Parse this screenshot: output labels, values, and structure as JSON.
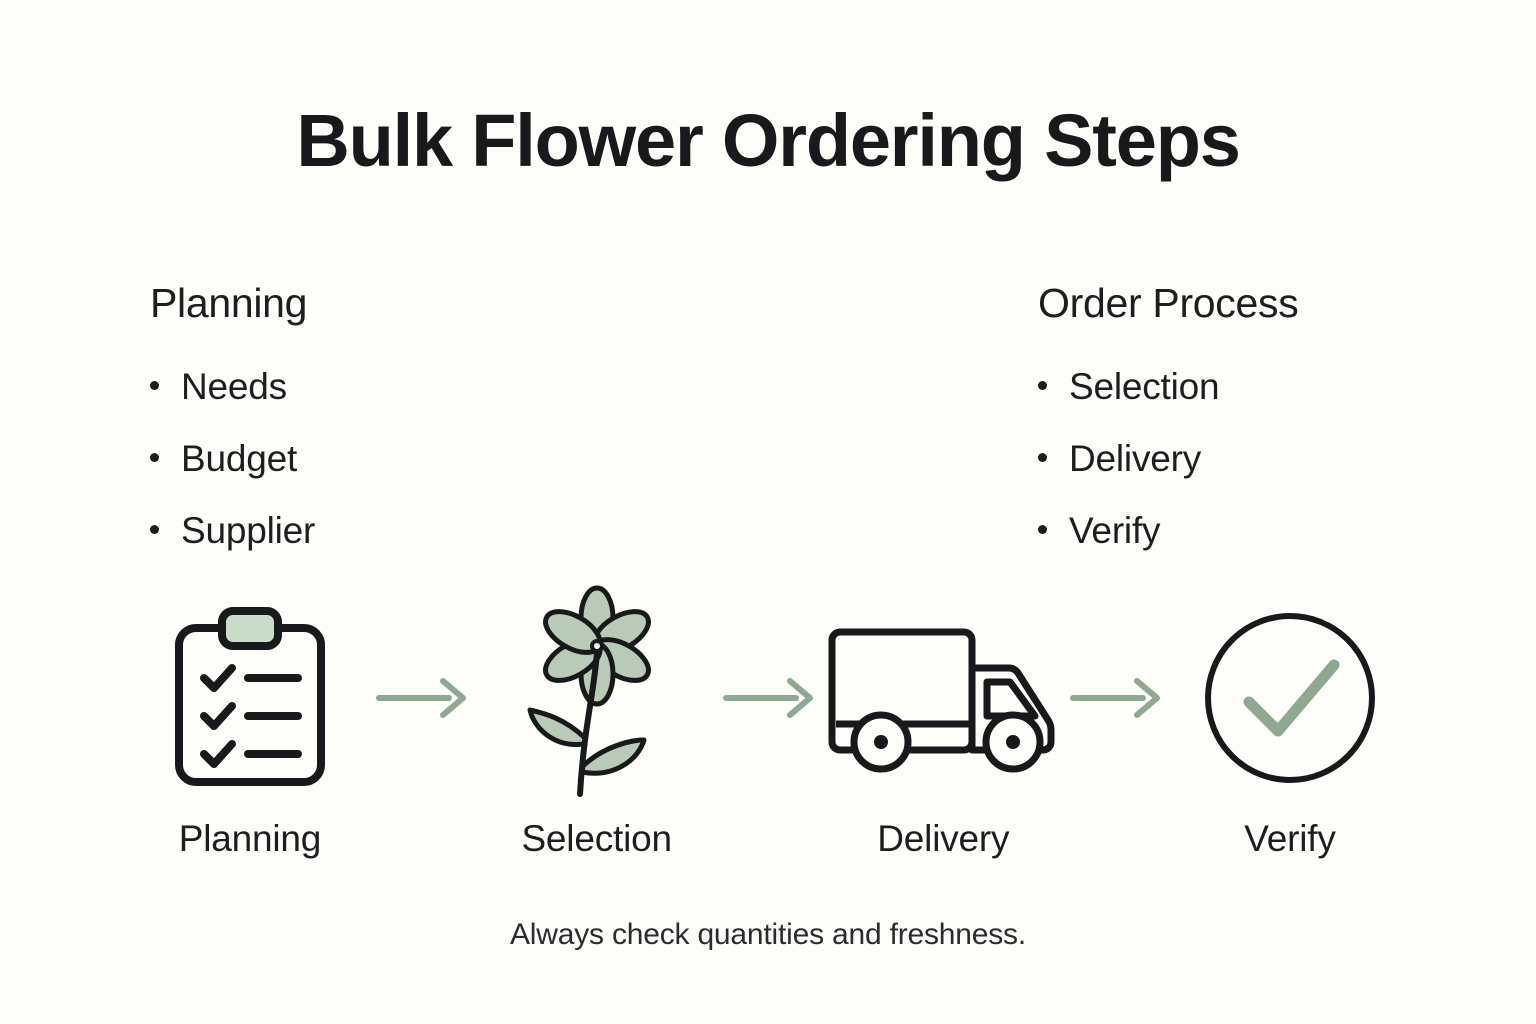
{
  "title": "Bulk Flower Ordering Steps",
  "caption": "Always check quantities and freshness.",
  "colors": {
    "background": "#fdfdfa",
    "ink": "#1c1e1f",
    "outline": "#17191a",
    "sage_fill": "#b9cbb8",
    "sage_light": "#ccdccb",
    "sage_accent": "#8fa892"
  },
  "columns": {
    "left": {
      "heading": "Planning",
      "bullets": [
        {
          "label": "Needs"
        },
        {
          "label": "Budget"
        },
        {
          "label": "Supplier"
        }
      ]
    },
    "right": {
      "heading": "Order Process",
      "bullets": [
        {
          "label": "Selection"
        },
        {
          "label": "Delivery"
        },
        {
          "label": "Verify"
        }
      ]
    }
  },
  "flow": {
    "steps": [
      {
        "label": "Planning",
        "icon": "clipboard-checklist-icon"
      },
      {
        "label": "Selection",
        "icon": "flower-icon"
      },
      {
        "label": "Delivery",
        "icon": "delivery-truck-icon"
      },
      {
        "label": "Verify",
        "icon": "check-circle-icon"
      }
    ],
    "arrows": [
      {
        "icon": "arrow-right-icon"
      },
      {
        "icon": "arrow-right-icon"
      },
      {
        "icon": "arrow-right-icon"
      }
    ]
  }
}
